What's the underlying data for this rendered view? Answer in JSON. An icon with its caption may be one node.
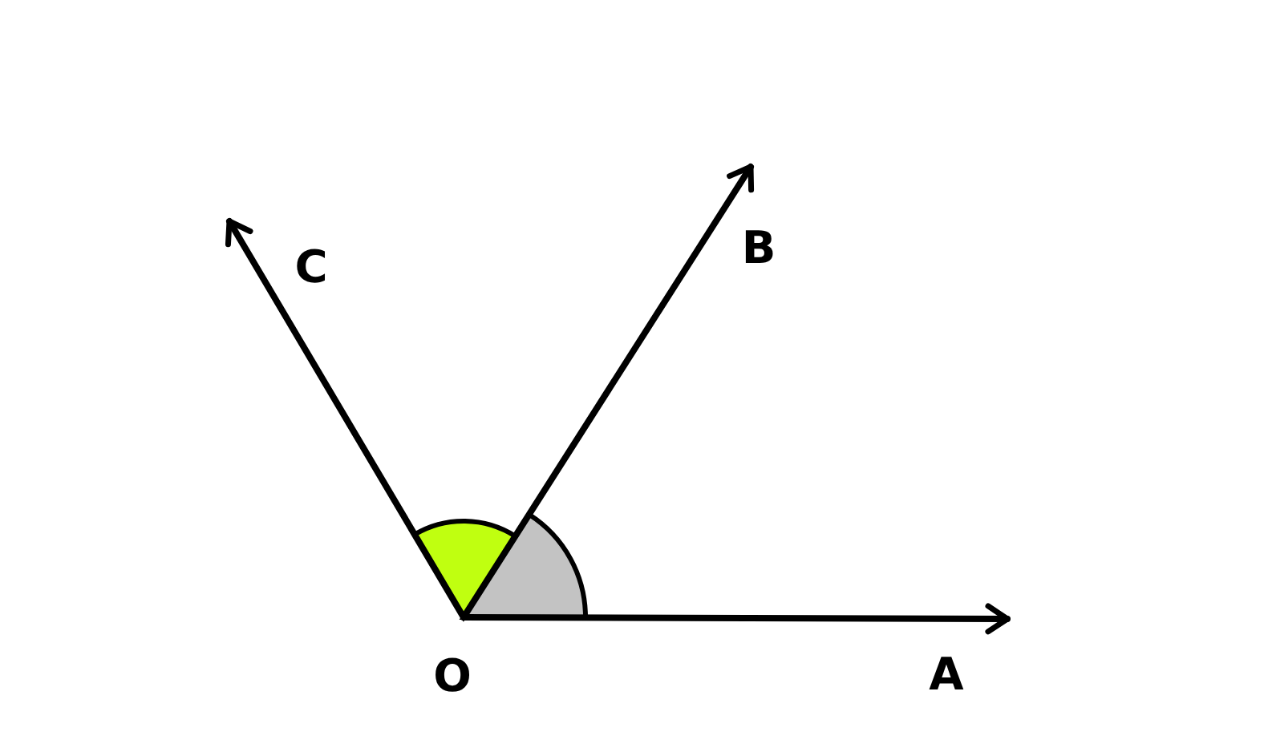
{
  "diagram": {
    "nodes": [
      {
        "text": [
          "O"
        ]
      },
      {
        "text": [
          "A"
        ]
      },
      {
        "text": [
          "B"
        ]
      },
      {
        "text": [
          "C"
        ]
      }
    ],
    "edges": [
      {
        "from": 0,
        "to": 1,
        "arrow": "to"
      },
      {
        "from": 0,
        "to": 2,
        "arrow": "to"
      },
      {
        "from": 0,
        "to": 3,
        "arrow": "to"
      }
    ]
  }
}
